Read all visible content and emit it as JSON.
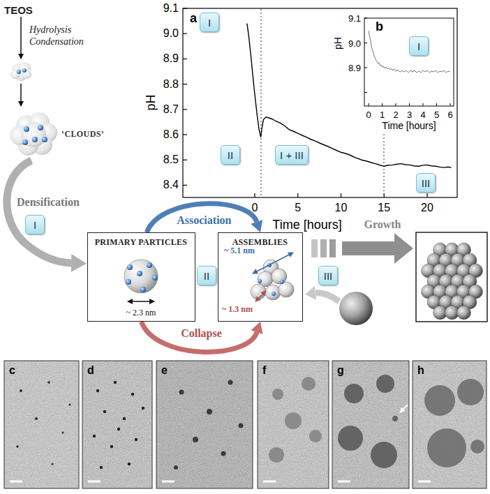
{
  "diagram": {
    "nodes": [
      {
        "text": [
          "I"
        ]
      },
      {
        "text": [
          "I"
        ]
      },
      {
        "text": [
          "II"
        ]
      },
      {
        "text": [
          "I + III"
        ]
      },
      {
        "text": [
          "III"
        ]
      },
      {
        "text": [
          "I"
        ]
      },
      {
        "text": [
          "PRIMARY PARTICLES",
          "~ 2.3 nm"
        ]
      },
      {
        "text": [
          "II"
        ]
      },
      {
        "text": [
          "ASSEMBLIES",
          "~ 5.1 nm",
          "~ 1.3 nm"
        ]
      },
      {
        "text": [
          "III"
        ]
      }
    ],
    "edges": [
      {
        "from": 6,
        "to": 8,
        "label": "Association",
        "arrow": "to"
      },
      {
        "from": 6,
        "to": 8,
        "label": "Collapse",
        "arrow": "to"
      }
    ],
    "labels": [
      "TEOS",
      "Hydrolysis Condensation",
      "‘CLOUDS’",
      "Densification",
      "Growth",
      "a",
      "9.1",
      "9.0",
      "8.9",
      "8.8",
      "8.7",
      "8.6",
      "8.5",
      "8.4",
      "pH",
      "0",
      "5",
      "10",
      "15",
      "20",
      "Time [hours]",
      "b",
      "9.1",
      "9.0",
      "8.9",
      "pH",
      "0",
      "1",
      "2",
      "3",
      "4",
      "5",
      "6",
      "Time [hours]",
      "c",
      "d",
      "e",
      "f",
      "g",
      "h"
    ]
  }
}
